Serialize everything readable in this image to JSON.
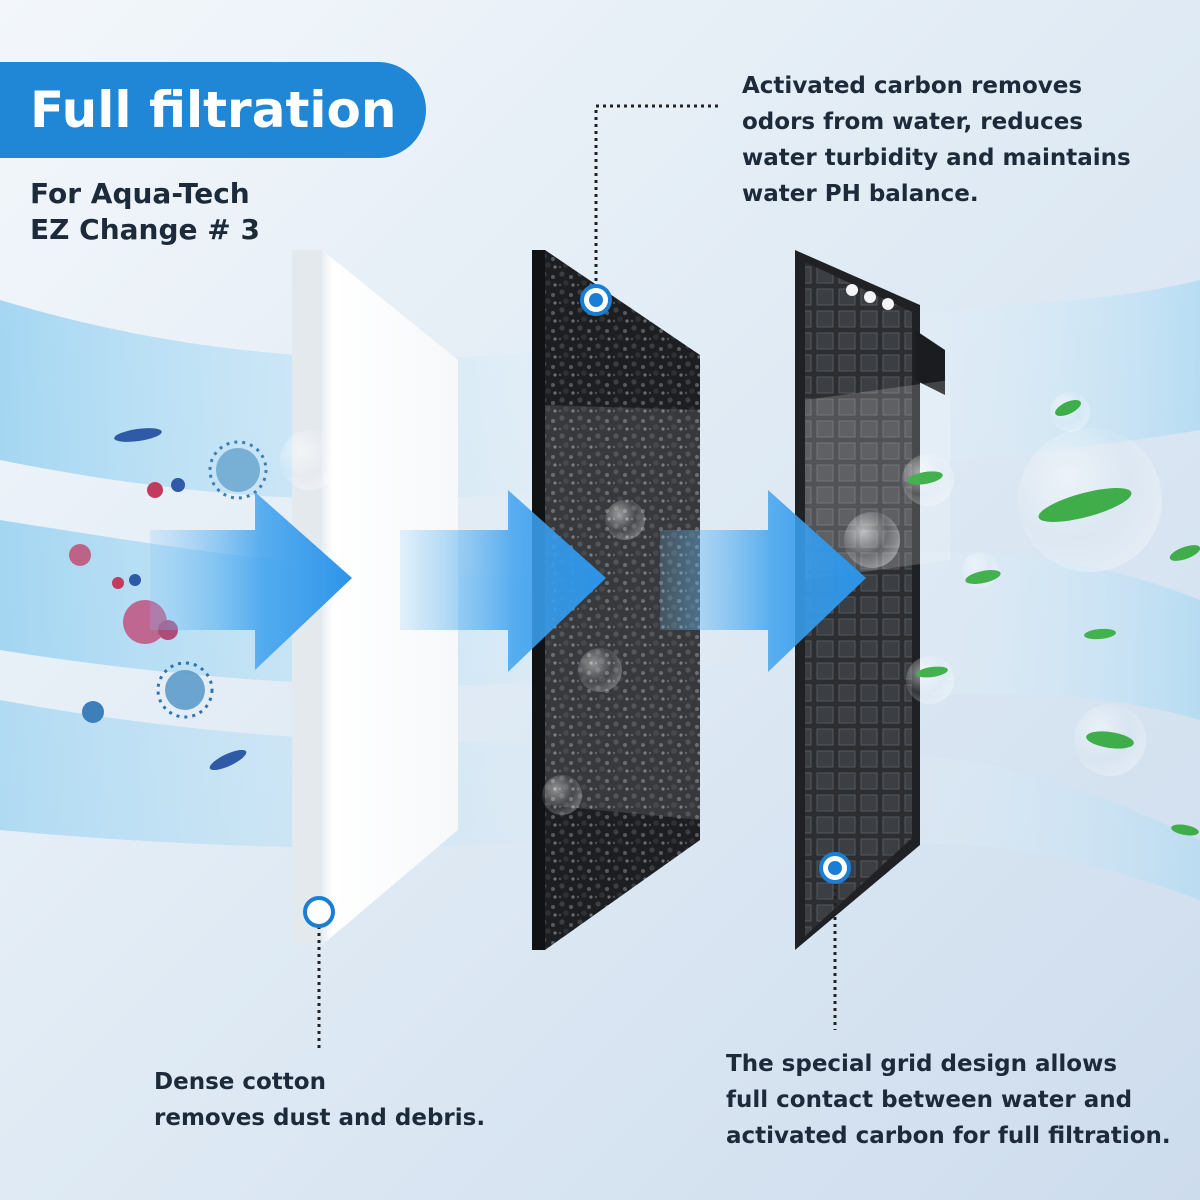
{
  "header": {
    "title": "Full filtration",
    "subtitle_lines": [
      "For Aqua-Tech",
      "EZ Change # 3"
    ]
  },
  "callouts": {
    "carbon": {
      "lines": [
        "Activated carbon removes",
        "odors from water, reduces",
        "water turbidity and maintains",
        "water PH balance."
      ]
    },
    "cotton": {
      "lines": [
        "Dense cotton",
        "removes dust and debris."
      ]
    },
    "grid": {
      "lines": [
        "The special grid design allows",
        "full contact between water and",
        "activated carbon for full filtration."
      ]
    }
  },
  "colors": {
    "banner": "#1f87d6",
    "arrow": "#2f98ea",
    "marker": "#1a7fd4",
    "text": "#1c2a3a",
    "carbon": "#1d1f22",
    "leaf": "#3fae4a"
  },
  "icons": [
    "bacteria-icon",
    "virus-icon",
    "leaf-icon",
    "bubble-icon",
    "flow-arrow-icon",
    "callout-marker-icon"
  ]
}
